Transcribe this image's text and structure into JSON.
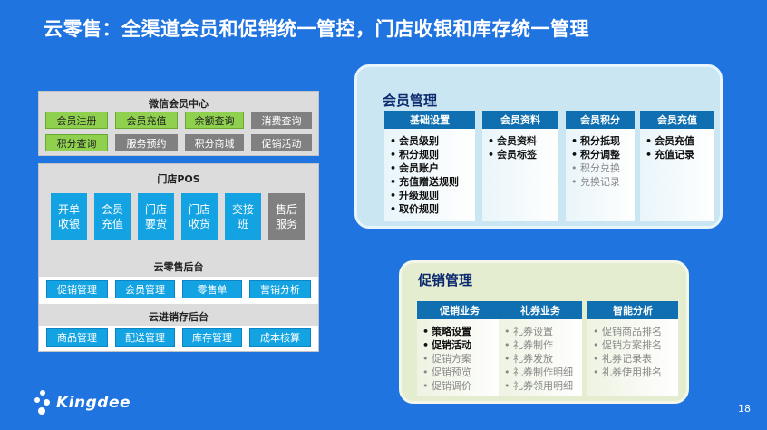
{
  "title": "云零售：全渠道会员和促销统一管控，门店收银和库存统一管理",
  "wechat": {
    "title": "微信会员中心",
    "row1": [
      {
        "label": "会员注册",
        "state": "active"
      },
      {
        "label": "会员充值",
        "state": "active"
      },
      {
        "label": "余额查询",
        "state": "active"
      },
      {
        "label": "消费查询",
        "state": "inactive"
      }
    ],
    "row2": [
      {
        "label": "积分查询",
        "state": "active"
      },
      {
        "label": "服务预约",
        "state": "inactive"
      },
      {
        "label": "积分商城",
        "state": "inactive"
      },
      {
        "label": "促销活动",
        "state": "inactive"
      }
    ]
  },
  "pos": {
    "title": "门店POS",
    "buttons": [
      {
        "line1": "开单",
        "line2": "收银",
        "state": "active"
      },
      {
        "line1": "会员",
        "line2": "充值",
        "state": "active"
      },
      {
        "line1": "门店",
        "line2": "要货",
        "state": "active"
      },
      {
        "line1": "门店",
        "line2": "收货",
        "state": "active"
      },
      {
        "line1": "交接",
        "line2": "班",
        "state": "active"
      },
      {
        "line1": "售后",
        "line2": "服务",
        "state": "inactive"
      }
    ],
    "retail_title": "云零售后台",
    "retail_modules": [
      "促销管理",
      "会员管理",
      "零售单",
      "营销分析"
    ],
    "inventory_title": "云进销存后台",
    "inventory_modules": [
      "商品管理",
      "配送管理",
      "库存管理",
      "成本核算"
    ]
  },
  "member": {
    "title": "会员管理",
    "columns": [
      {
        "header": "基础设置",
        "items": [
          {
            "text": "会员级别",
            "active": true
          },
          {
            "text": "积分规则",
            "active": true
          },
          {
            "text": "会员账户",
            "active": true
          },
          {
            "text": "充值赠送规则",
            "active": true
          },
          {
            "text": "升级规则",
            "active": true
          },
          {
            "text": "取价规则",
            "active": true
          }
        ]
      },
      {
        "header": "会员资料",
        "items": [
          {
            "text": "会员资料",
            "active": true
          },
          {
            "text": "会员标签",
            "active": true
          }
        ]
      },
      {
        "header": "会员积分",
        "items": [
          {
            "text": "积分抵现",
            "active": true
          },
          {
            "text": "积分调整",
            "active": true
          },
          {
            "text": "积分兑换",
            "active": false
          },
          {
            "text": "兑换记录",
            "active": false
          }
        ]
      },
      {
        "header": "会员充值",
        "items": [
          {
            "text": "会员充值",
            "active": true
          },
          {
            "text": "充值记录",
            "active": true
          }
        ]
      }
    ]
  },
  "promo": {
    "title": "促销管理",
    "columns": [
      {
        "header": "促销业务",
        "items": [
          {
            "text": "策略设置",
            "active": true
          },
          {
            "text": "促销活动",
            "active": true
          },
          {
            "text": "促销方案",
            "active": false
          },
          {
            "text": "促销预览",
            "active": false
          },
          {
            "text": "促销调价",
            "active": false
          }
        ]
      },
      {
        "header": "礼券业务",
        "items": [
          {
            "text": "礼券设置",
            "active": false
          },
          {
            "text": "礼券制作",
            "active": false
          },
          {
            "text": "礼券发放",
            "active": false
          },
          {
            "text": "礼券制作明细",
            "active": false
          },
          {
            "text": "礼券领用明细",
            "active": false
          }
        ]
      },
      {
        "header": "智能分析",
        "items": [
          {
            "text": "促销商品排名",
            "active": false
          },
          {
            "text": "促销方案排名",
            "active": false
          },
          {
            "text": "礼券记录表",
            "active": false
          },
          {
            "text": "礼券使用排名",
            "active": false
          }
        ]
      }
    ]
  },
  "footer": {
    "logo_text": "Kingdee",
    "page_number": "18"
  }
}
